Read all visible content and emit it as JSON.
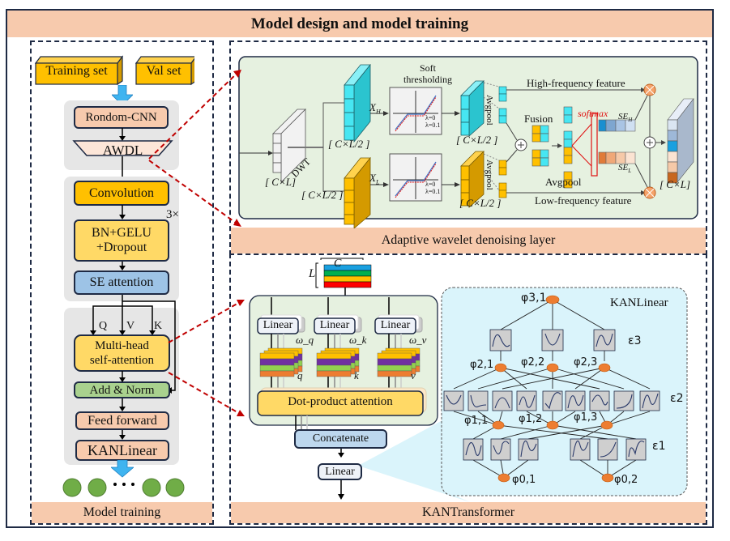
{
  "title": "Model design and model training",
  "left_panel": {
    "footer": "Model training",
    "datasets": [
      "Training set",
      "Val set"
    ],
    "blocks": {
      "random_cnn": "Rondom-CNN",
      "awdl": "AWDL",
      "convolution": "Convolution",
      "bn_gelu": [
        "BN+GELU",
        "+Dropout"
      ],
      "repeat": "3×",
      "se_attention": "SE attention",
      "qvk": [
        "Q",
        "V",
        "K"
      ],
      "mhsa": [
        "Multi-head",
        "self-attention"
      ],
      "add_norm": "Add & Norm",
      "feed_forward": "Feed forward",
      "kanlinear": "KANLinear",
      "ellipsis": "• • •"
    }
  },
  "awdl_panel": {
    "footer": "Adaptive wavelet denoising layer",
    "labels": {
      "input_dim": "[ C×L]",
      "dwt": "DWT",
      "half_dim": "[ C×L/2 ]",
      "xh": "X",
      "xh_sub": "H",
      "xl": "X",
      "xl_sub": "L",
      "soft_thresholding": [
        "Soft",
        "thresholding"
      ],
      "lambda_legend": [
        "λ=0",
        "λ=0.1"
      ],
      "avgpool": "Avgpool",
      "fusion": "Fusion",
      "softmax": "softmax",
      "se_h": "SE",
      "se_h_sub": "H",
      "se_l": "SE",
      "se_l_sub": "L",
      "high_freq": "High-frequency feature",
      "low_freq": "Low-frequency feature",
      "output_dim": "[ C×L]"
    },
    "colors": {
      "high": "#47e6f2",
      "low": "#ffc000",
      "softmax": "#e01010"
    }
  },
  "kan_panel": {
    "footer": "KANTransformer",
    "input_labels": {
      "l": "L",
      "c": "C"
    },
    "linear": [
      "Linear",
      "Linear",
      "Linear"
    ],
    "weights": [
      "ω_q",
      "ω_k",
      "ω_v"
    ],
    "qkv": [
      "q",
      "k",
      "v"
    ],
    "dot_product": "Dot-product attention",
    "concatenate": "Concatenate",
    "final_linear": "Linear",
    "kanlinear_title": "KANLinear",
    "nodes": {
      "top": "φ3,1",
      "layer2": [
        "φ2,1",
        "φ2,2",
        "φ2,3"
      ],
      "layer1": [
        "φ1,1",
        "φ1,2",
        "φ1,3"
      ],
      "layer0": [
        "φ0,1",
        "φ0,2"
      ]
    },
    "epsilons": [
      "ε3",
      "ε2",
      "ε1"
    ]
  }
}
